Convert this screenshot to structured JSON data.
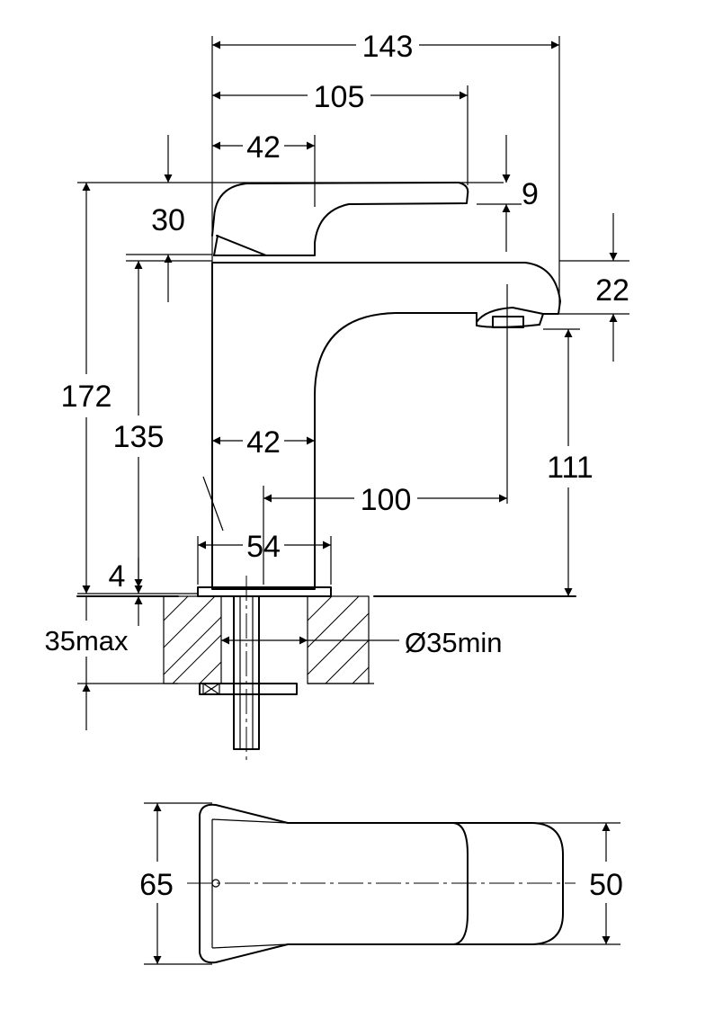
{
  "dimensions": {
    "overall_length": "143",
    "spout_to_lever_tip": "105",
    "lever_width_top": "42",
    "lever_tip_thickness": "9",
    "lever_height": "30",
    "spout_height": "22",
    "overall_height": "172",
    "body_height": "135",
    "body_width": "42",
    "spout_projection": "100",
    "spout_clearance": "111",
    "base_diameter": "54",
    "base_plate": "4",
    "deck_thickness": "35max",
    "hole_diameter": "Ø35min",
    "plan_width_rear": "65",
    "plan_width_front": "50"
  }
}
